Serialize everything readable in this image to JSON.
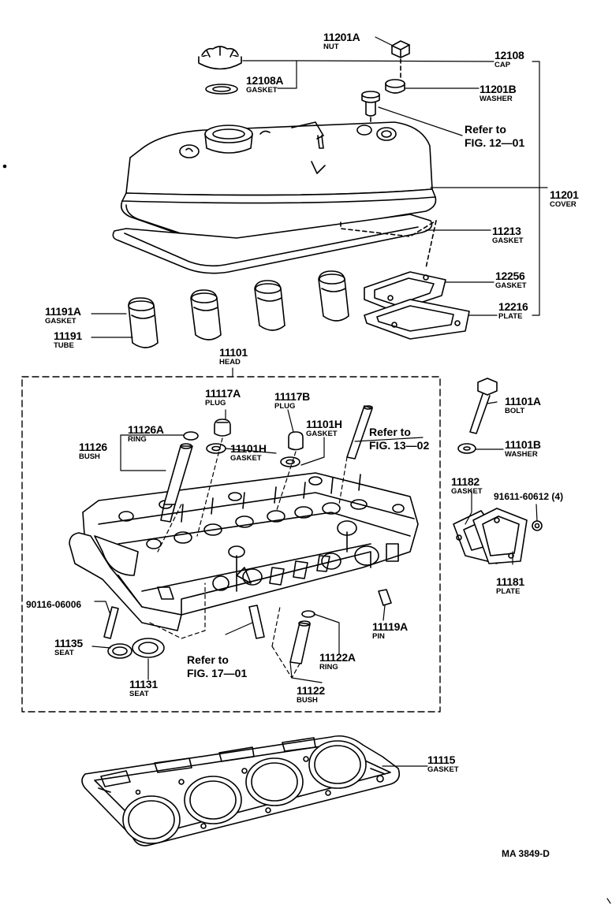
{
  "parts": {
    "nut_11201A": {
      "number": "11201A",
      "name": "NUT"
    },
    "cap_12108": {
      "number": "12108",
      "name": "CAP"
    },
    "gasket_12108A": {
      "number": "12108A",
      "name": "GASKET"
    },
    "washer_11201B": {
      "number": "11201B",
      "name": "WASHER"
    },
    "cover_11201": {
      "number": "11201",
      "name": "COVER"
    },
    "gasket_11213": {
      "number": "11213",
      "name": "GASKET"
    },
    "gasket_12256": {
      "number": "12256",
      "name": "GASKET"
    },
    "plate_12216": {
      "number": "12216",
      "name": "PLATE"
    },
    "gasket_11191A": {
      "number": "11191A",
      "name": "GASKET"
    },
    "tube_11191": {
      "number": "11191",
      "name": "TUBE"
    },
    "head_11101": {
      "number": "11101",
      "name": "HEAD"
    },
    "plug_11117A": {
      "number": "11117A",
      "name": "PLUG"
    },
    "plug_11117B": {
      "number": "11117B",
      "name": "PLUG"
    },
    "ring_11126A": {
      "number": "11126A",
      "name": "RING"
    },
    "bush_11126": {
      "number": "11126",
      "name": "BUSH"
    },
    "gasket_11101H_a": {
      "number": "11101H",
      "name": "GASKET"
    },
    "gasket_11101H_b": {
      "number": "11101H",
      "name": "GASKET"
    },
    "bolt_11101A": {
      "number": "11101A",
      "name": "BOLT"
    },
    "washer_11101B": {
      "number": "11101B",
      "name": "WASHER"
    },
    "gasket_11182": {
      "number": "11182",
      "name": "GASKET"
    },
    "plate_11181": {
      "number": "11181",
      "name": "PLATE"
    },
    "pin_11119A": {
      "number": "11119A",
      "name": "PIN"
    },
    "seat_11135": {
      "number": "11135",
      "name": "SEAT"
    },
    "seat_11131": {
      "number": "11131",
      "name": "SEAT"
    },
    "ring_11122A": {
      "number": "11122A",
      "name": "RING"
    },
    "bush_11122": {
      "number": "11122",
      "name": "BUSH"
    },
    "gasket_11115": {
      "number": "11115",
      "name": "GASKET"
    }
  },
  "codes": {
    "stud": "90116-06006",
    "bolt_set": "91611-60612 (4)"
  },
  "refs": {
    "fig_12_01": [
      "Refer to",
      "FIG. 12—01"
    ],
    "fig_13_02": [
      "Refer to",
      "FIG. 13—02"
    ],
    "fig_17_01": [
      "Refer to",
      "FIG. 17—01"
    ]
  },
  "drawing_id": "MA 3849-D"
}
